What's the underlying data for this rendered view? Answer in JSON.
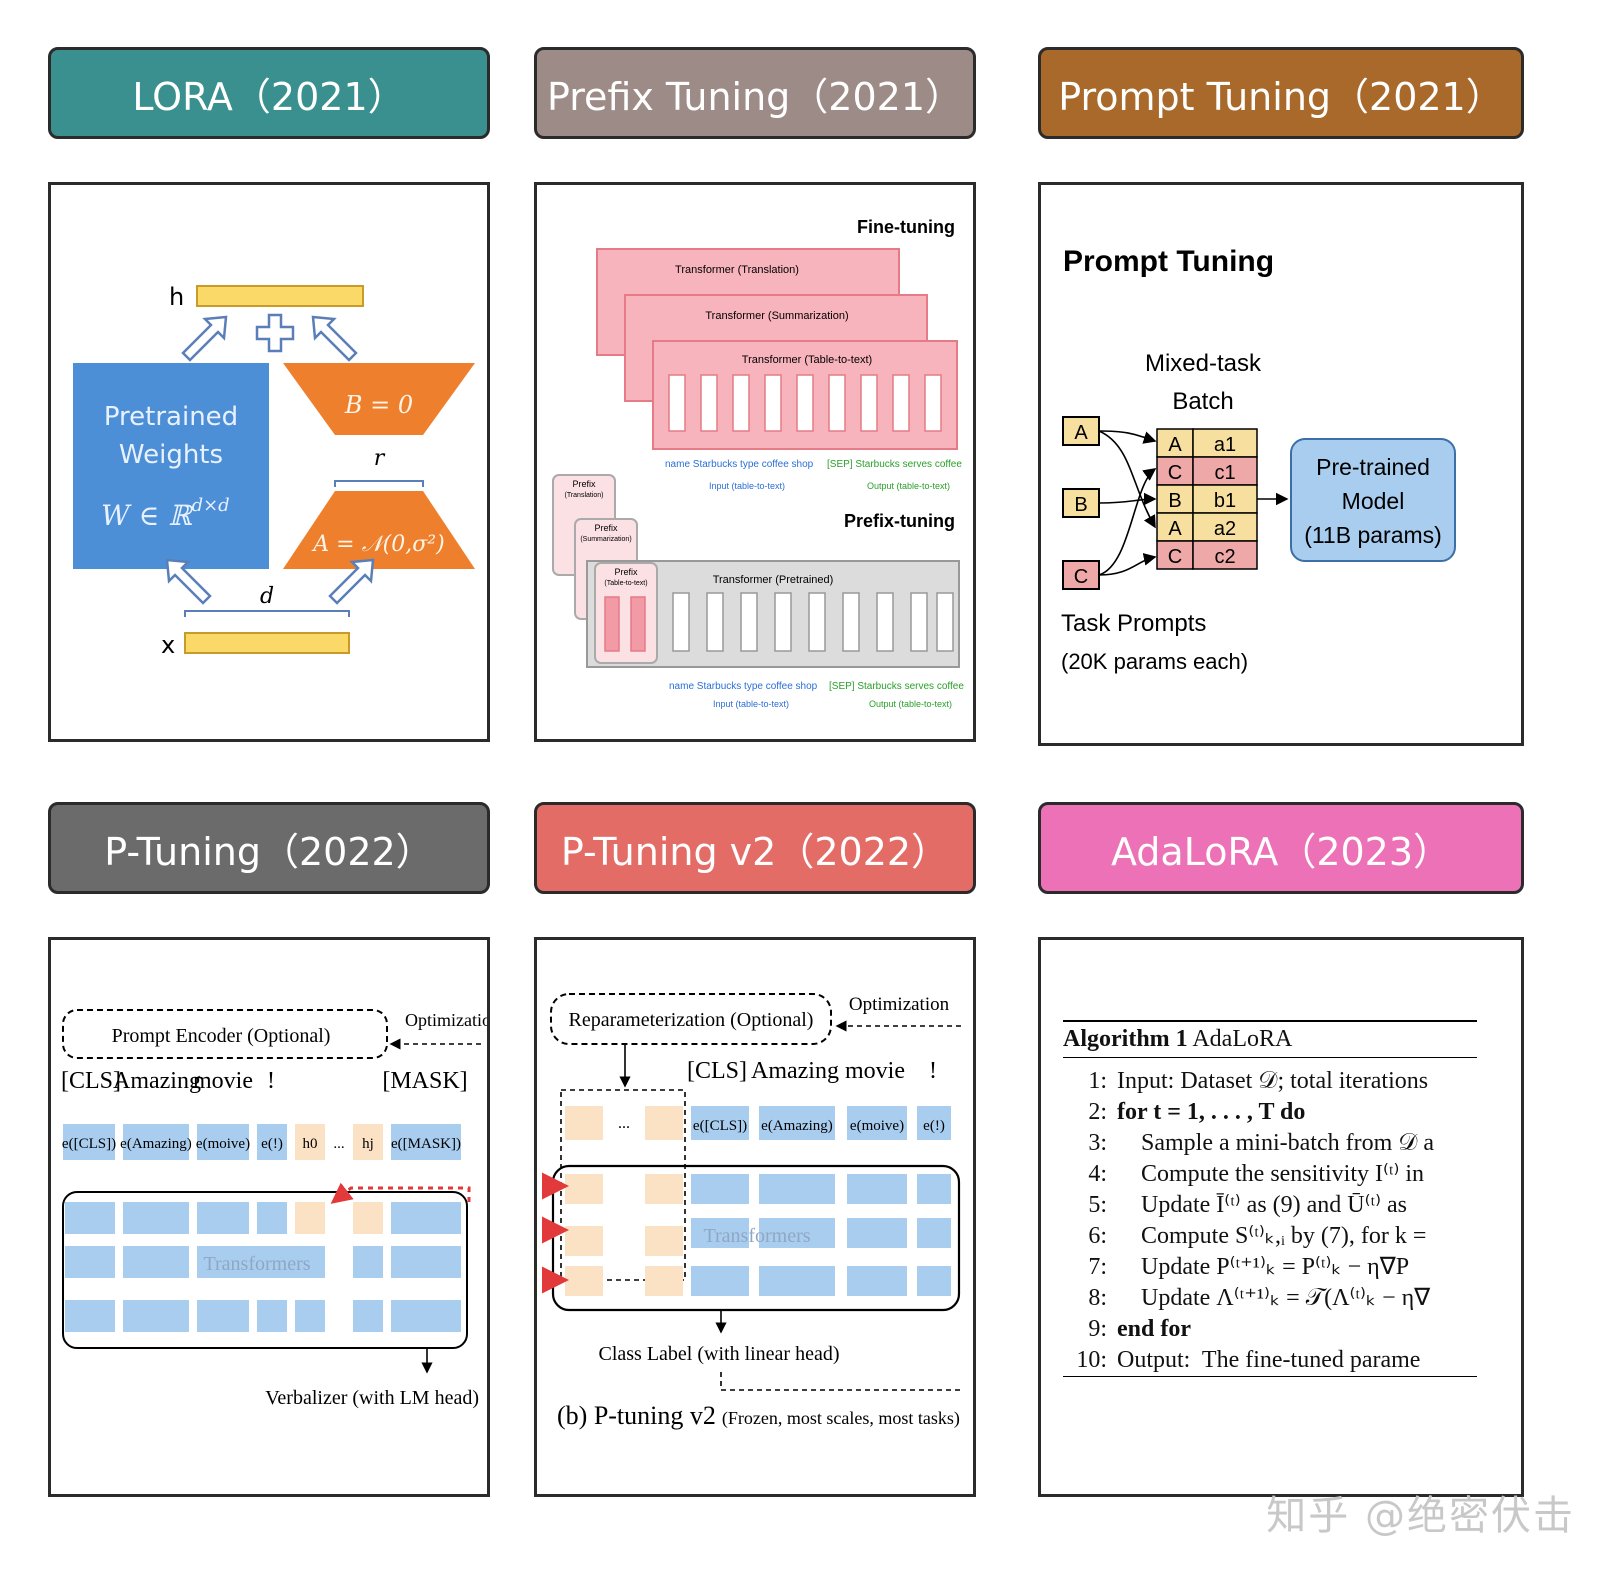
{
  "headers": [
    {
      "label": "LORA（2021）",
      "color": "#3a8f8f"
    },
    {
      "label": "Prefix Tuning（2021）",
      "color": "#9c8b86"
    },
    {
      "label": "Prompt Tuning（2021）",
      "color": "#a8692b"
    },
    {
      "label": "P-Tuning（2022）",
      "color": "#6b6b6b"
    },
    {
      "label": "P-Tuning v2（2022）",
      "color": "#e46c66"
    },
    {
      "label": "AdaLoRA（2023）",
      "color": "#ec71b6"
    }
  ],
  "lora": {
    "h": "h",
    "x": "x",
    "weights_line1": "Pretrained",
    "weights_line2": "Weights",
    "weights_formula": "W ∈ ℝ",
    "weights_sup": "d×d",
    "b_label": "B = 0",
    "a_label": "A = 𝒩(0,σ²)",
    "r": "r",
    "d": "d",
    "plus": "+"
  },
  "prefix": {
    "finetune_label": "Fine-tuning",
    "prefixtune_label": "Prefix-tuning",
    "t1": "Transformer (Translation)",
    "t2": "Transformer (Summarization)",
    "t3": "Transformer (Table-to-text)",
    "t4": "Transformer (Pretrained)",
    "p1_a": "Prefix",
    "p1_b": "(Translation)",
    "p2_a": "Prefix",
    "p2_b": "(Summarization)",
    "p3_a": "Prefix",
    "p3_b": "(Table-to-text)",
    "input_tokens": "name  Starbucks  type  coffee  shop",
    "sep_tokens": "[SEP] Starbucks  serves  coffee",
    "input_label": "Input (table-to-text)",
    "output_label": "Output (table-to-text)"
  },
  "prompt": {
    "title": "Prompt Tuning",
    "batch_l1": "Mixed-task",
    "batch_l2": "Batch",
    "tasks": [
      "A",
      "B",
      "C"
    ],
    "rows": [
      {
        "k": "A",
        "v": "a1",
        "c": "#f7dfa0"
      },
      {
        "k": "C",
        "v": "c1",
        "c": "#efa8a8"
      },
      {
        "k": "B",
        "v": "b1",
        "c": "#f7dfa0"
      },
      {
        "k": "A",
        "v": "a2",
        "c": "#f7dfa0"
      },
      {
        "k": "C",
        "v": "c2",
        "c": "#efa8a8"
      }
    ],
    "model_l1": "Pre-trained",
    "model_l2": "Model",
    "model_l3": "(11B params)",
    "tp_l1": "Task Prompts",
    "tp_l2": "(20K params each)"
  },
  "ptuning": {
    "encoder": "Prompt Encoder (Optional)",
    "optimization": "Optimization",
    "tokens": [
      "[CLS]",
      "Amazing",
      "movie",
      "!",
      "[MASK]"
    ],
    "embeds": [
      "e([CLS])",
      "e(Amazing)",
      "e(moive)",
      "e(!)",
      "h0",
      "hj",
      "e([MASK])"
    ],
    "dots": "...",
    "transformers": "Transformers",
    "verbalizer": "Verbalizer (with LM head)"
  },
  "ptuning2": {
    "reparam": "Reparameterization (Optional)",
    "optimization": "Optimization",
    "tokens": [
      "[CLS]",
      "Amazing",
      "movie",
      "!"
    ],
    "embeds": [
      "e([CLS])",
      "e(Amazing)",
      "e(moive)",
      "e(!)"
    ],
    "dots": "...",
    "transformers": "Transformers",
    "class_label": "Class Label (with linear head)",
    "caption_main": "(b) P-tuning v2",
    "caption_sub": "(Frozen, most scales, most tasks)"
  },
  "adalora": {
    "title_bold": "Algorithm 1",
    "title_rest": "AdaLoRA",
    "lines": [
      {
        "n": "1:",
        "t": "Input: Dataset 𝒟; total iterations"
      },
      {
        "n": "2:",
        "t": "for t = 1, . . . , T do"
      },
      {
        "n": "3:",
        "t": "    Sample a mini-batch from 𝒟 a"
      },
      {
        "n": "4:",
        "t": "    Compute the sensitivity I⁽ᵗ⁾ in"
      },
      {
        "n": "5:",
        "t": "    Update Ī⁽ᵗ⁾ as (9) and Ū⁽ᵗ⁾ as"
      },
      {
        "n": "6:",
        "t": "    Compute S⁽ᵗ⁾ₖ,ᵢ by (7), for k ="
      },
      {
        "n": "7:",
        "t": "    Update P⁽ᵗ⁺¹⁾ₖ = P⁽ᵗ⁾ₖ − η∇P"
      },
      {
        "n": "8:",
        "t": "    Update Λ⁽ᵗ⁺¹⁾ₖ = 𝒯(Λ⁽ᵗ⁾ₖ − η∇"
      },
      {
        "n": "9:",
        "t": "end for"
      },
      {
        "n": "10:",
        "t": "Output:  The fine-tuned parame"
      }
    ]
  },
  "watermark": "知乎 @绝密伏击"
}
